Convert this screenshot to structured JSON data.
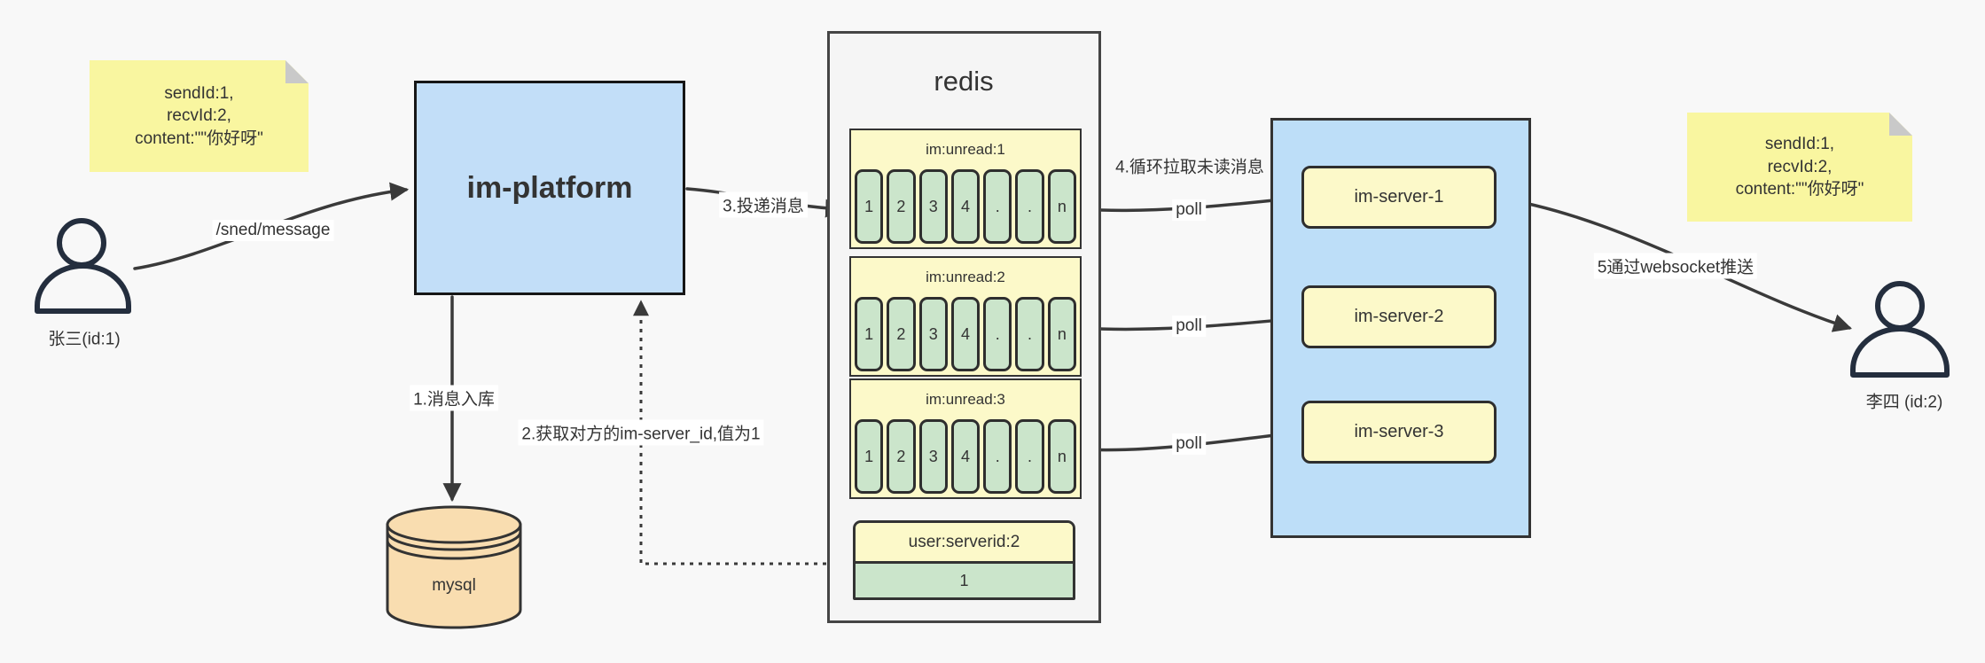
{
  "colors": {
    "canvas_bg": "#f8f8f8",
    "note_yellow": "#f9f6a0",
    "pale_yellow": "#fcf9c9",
    "cell_green": "#cbe5cb",
    "platform_blue": "#c2def8",
    "cluster_blue": "#bddef8",
    "mysql_orange": "#f9ddb0",
    "redis_gray": "#f5f5f5",
    "line": "#3a3a3a",
    "person": "#242e3e"
  },
  "sender": {
    "name": "张三(id:1)"
  },
  "receiver": {
    "name": "李四 (id:2)"
  },
  "note": {
    "lines": [
      "sendId:1,",
      "recvId:2,",
      "content:\"\"你好呀\""
    ]
  },
  "platform": {
    "label": "im-platform"
  },
  "mysql": {
    "label": "mysql"
  },
  "redis": {
    "title": "redis",
    "queues": [
      {
        "header": "im:unread:1",
        "cells": [
          "1",
          "2",
          "3",
          "4",
          ".",
          ".",
          "n"
        ]
      },
      {
        "header": "im:unread:2",
        "cells": [
          "1",
          "2",
          "3",
          "4",
          ".",
          ".",
          "n"
        ]
      },
      {
        "header": "im:unread:3",
        "cells": [
          "1",
          "2",
          "3",
          "4",
          ".",
          ".",
          "n"
        ]
      }
    ],
    "server_map": {
      "header": "user:serverid:2",
      "value": "1"
    }
  },
  "cluster": {
    "servers": [
      {
        "label": "im-server-1"
      },
      {
        "label": "im-server-2"
      },
      {
        "label": "im-server-3"
      }
    ]
  },
  "labels": {
    "send_api": "/sned/message",
    "step1": "1.消息入库",
    "step2": "2.获取对方的im-server_id,值为1",
    "step3": "3.投递消息",
    "step4": "4.循环拉取未读消息",
    "step5": "5通过websocket推送",
    "poll": "poll"
  }
}
